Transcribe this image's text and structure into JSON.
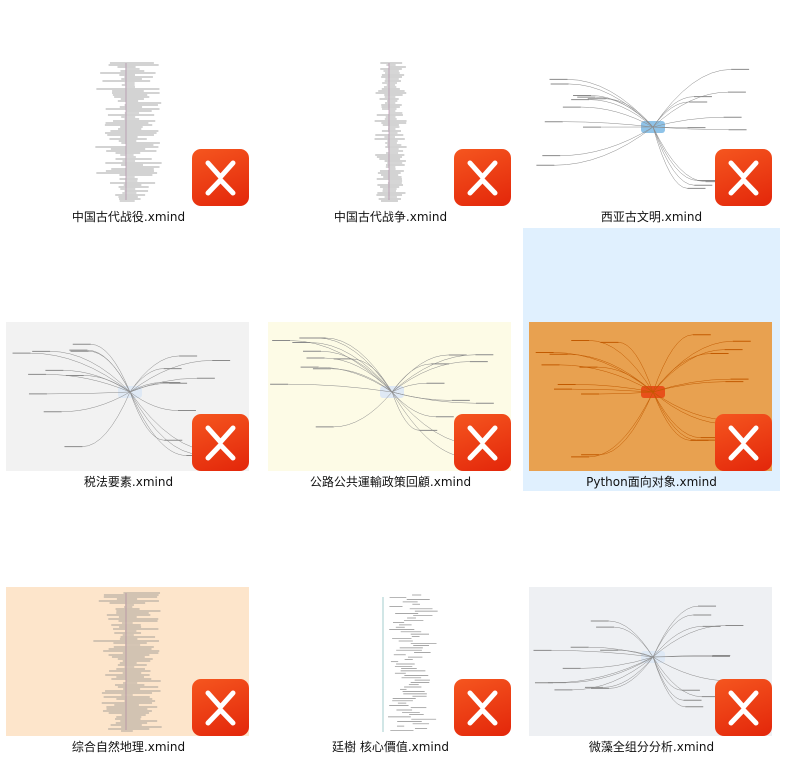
{
  "files": [
    {
      "name": "中国古代战役.xmind",
      "thumb_bg": "#ffffff",
      "style": "tall",
      "selected": false
    },
    {
      "name": "中国古代战争.xmind",
      "thumb_bg": "#ffffff",
      "style": "tall-thin",
      "selected": false
    },
    {
      "name": "西亚古文明.xmind",
      "thumb_bg": "#ffffff",
      "style": "radial",
      "selected": false
    },
    {
      "name": "税法要素.xmind",
      "thumb_bg": "#f2f2f2",
      "style": "radial",
      "selected": false
    },
    {
      "name": "公路公共運輸政策回顧.xmind",
      "thumb_bg": "#fdfbe6",
      "style": "radial",
      "selected": false
    },
    {
      "name": "Python面向对象.xmind",
      "thumb_bg": "#e8a150",
      "style": "radial",
      "selected": true
    },
    {
      "name": "综合自然地理.xmind",
      "thumb_bg": "#fde5cb",
      "style": "tall",
      "selected": false
    },
    {
      "name": "廷樹 核心價值.xmind",
      "thumb_bg": "#ffffff",
      "style": "tree",
      "selected": false
    },
    {
      "name": "微藻全组分分析.xmind",
      "thumb_bg": "#eef0f3",
      "style": "radial",
      "selected": false
    }
  ],
  "colors": {
    "selection": "#e0f0fe",
    "xmind_red": "#e8300e"
  }
}
